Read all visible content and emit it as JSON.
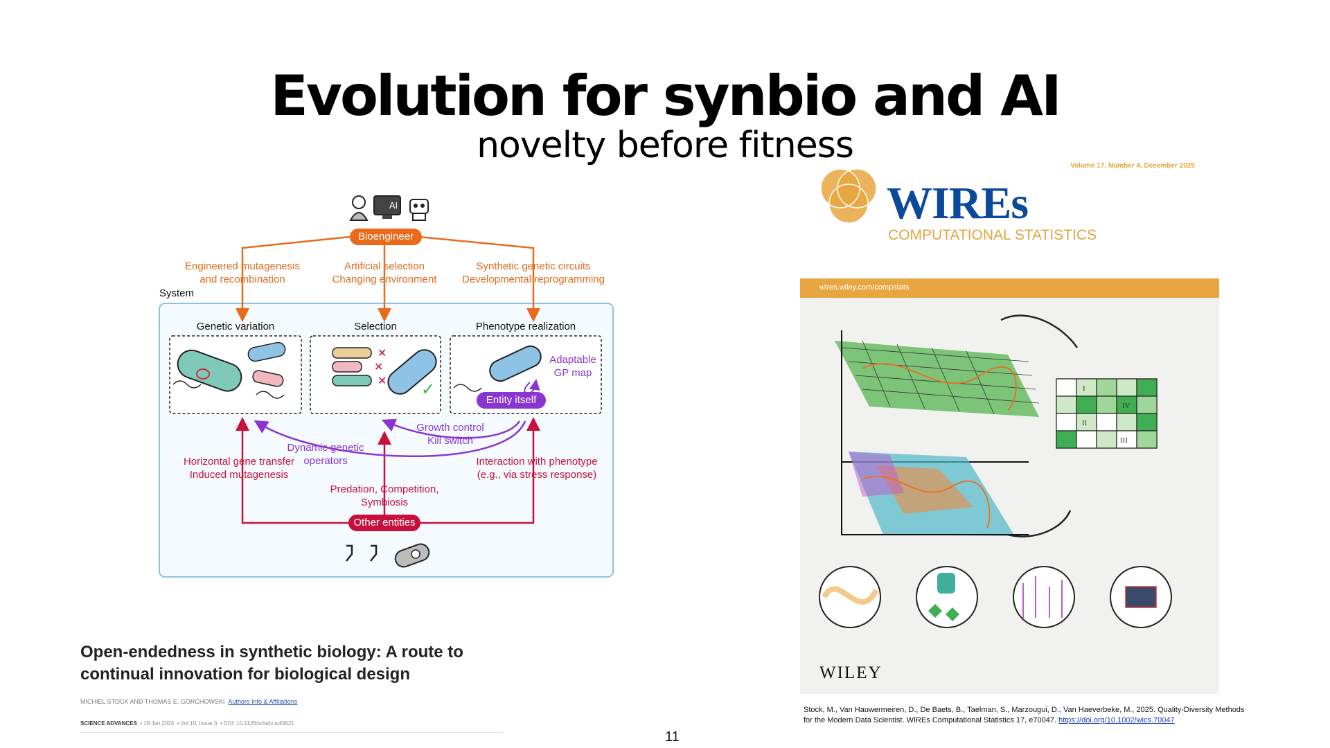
{
  "slide": {
    "title": "Evolution for synbio and AI",
    "subtitle": "novelty before fitness",
    "page_number": "11"
  },
  "diagram": {
    "top_ai_label": "AI",
    "bioengineer": "Bioengineer",
    "system_label": "System",
    "inputs": [
      {
        "line1": "Engineered mutagenesis",
        "line2": "and recombination"
      },
      {
        "line1": "Artificial selection",
        "line2": "Changing environment"
      },
      {
        "line1": "Synthetic genetic circuits",
        "line2": "Developmental reprogramming"
      }
    ],
    "boxes": [
      "Genetic variation",
      "Selection",
      "Phenotype realization"
    ],
    "adaptable_gp_map": {
      "line1": "Adaptable",
      "line2": "GP map"
    },
    "entity_itself": "Entity itself",
    "growth_control": {
      "line1": "Growth control",
      "line2": "Kill switch"
    },
    "dynamic_operators": {
      "line1": "Dynamic genetic",
      "line2": "operators"
    },
    "horizontal_gene": {
      "line1": "Horizontal gene transfer",
      "line2": "Induced mutagenesis"
    },
    "interaction_phenotype": {
      "line1": "Interaction with phenotype",
      "line2": "(e.g., via stress response)"
    },
    "predation": {
      "line1": "Predation, Competition,",
      "line2": "Symbiosis"
    },
    "other_entities": "Other entities",
    "colors": {
      "orange": "#e86a1a",
      "purple": "#8a35d0",
      "crimson": "#c8103c",
      "box_border": "#8ec2dc"
    }
  },
  "paper": {
    "title": "Open-endedness in synthetic biology: A route to continual innovation for biological design",
    "authors": "MICHIEL STOCK",
    "authors_and": "AND",
    "authors2": "THOMAS E. GORCHOWSKI",
    "authors_link": "Authors Info & Affiliations",
    "journal": "SCIENCE ADVANCES",
    "date": "19 Jan 2024",
    "volume": "Vol 10, Issue 3",
    "doi": "DOI: 10.1126/sciadv.adi3621"
  },
  "cover": {
    "volume": "Volume 17, Number 4, December 2025",
    "brand": "WIREs",
    "subtitle": "COMPUTATIONAL STATISTICS",
    "url": "wires.wiley.com/compstats",
    "publisher": "WILEY",
    "grid_labels": [
      "I",
      "IV",
      "II",
      "III"
    ],
    "colors": {
      "band": "#e8a640",
      "brand_blue": "#0b4a9a",
      "gold": "#e0a441"
    }
  },
  "citation": {
    "text": "Stock, M., Van Hauwermeiren, D., De Baets, B., Taelman, S., Marzougui, D., Van Haeverbeke, M., 2025. Quality-Diversity Methods for the Modern Data Scientist. WIREs Computational Statistics 17, e70047.",
    "link": "https://doi.org/10.1002/wics.70047"
  }
}
